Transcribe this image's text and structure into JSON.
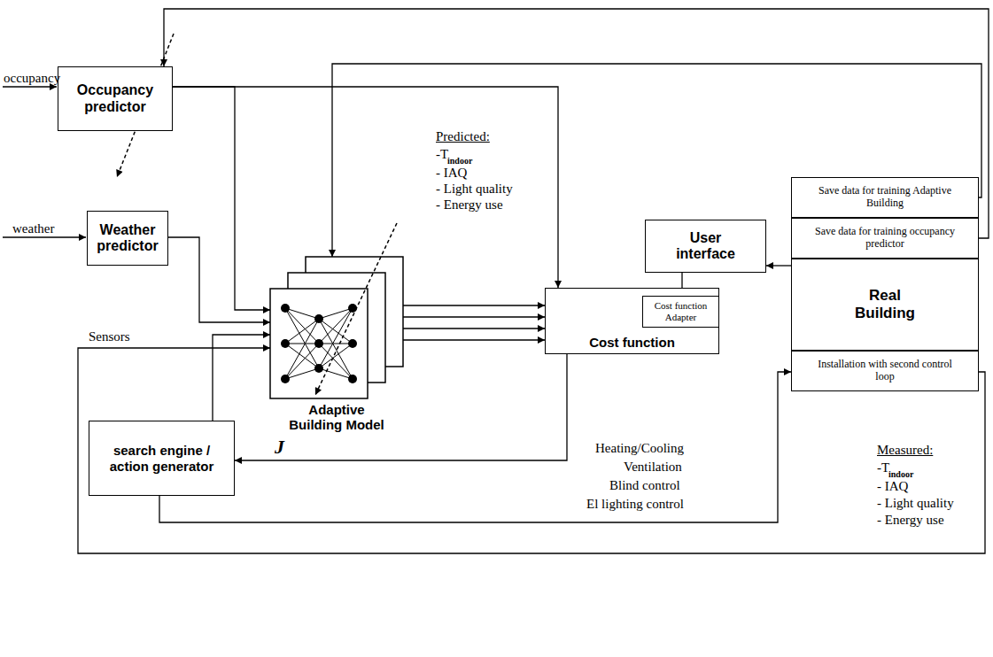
{
  "diagram": {
    "nodes": [
      {
        "text": [
          "Occupancy predictor"
        ]
      },
      {
        "text": [
          "Weather predictor"
        ]
      },
      {
        "text": [
          "Adaptive Building Model"
        ]
      },
      {
        "text": [
          "User interface"
        ]
      },
      {
        "text": [
          "Cost function"
        ]
      },
      {
        "text": [
          "Cost function Adapter"
        ],
        "in": 4
      },
      {
        "text": [
          "Save data for training Adaptive Building"
        ]
      },
      {
        "text": [
          "Save data for training occupancy predictor"
        ]
      },
      {
        "text": [
          "Real Building"
        ]
      },
      {
        "text": [
          "Installation with second control loop"
        ]
      },
      {
        "text": [
          "search engine / action generator"
        ]
      }
    ],
    "edges": [
      {
        "from": 0,
        "to": 2,
        "arrow": "to"
      },
      {
        "from": 0,
        "to": 4,
        "arrow": "to"
      },
      {
        "from": 1,
        "to": 2,
        "arrow": "to"
      },
      {
        "from": 2,
        "to": 4,
        "arrow": "to"
      },
      {
        "from": 2,
        "to": 4,
        "arrow": "to"
      },
      {
        "from": 2,
        "to": 4,
        "arrow": "to"
      },
      {
        "from": 2,
        "to": 4,
        "arrow": "to"
      },
      {
        "from": 3,
        "to": 5,
        "arrow": "to"
      },
      {
        "from": 8,
        "to": 3,
        "arrow": "to"
      },
      {
        "from": 4,
        "to": 10,
        "label": "J",
        "arrow": "to"
      },
      {
        "from": 10,
        "to": 2,
        "arrow": "to"
      },
      {
        "from": 10,
        "to": 9,
        "arrow": "to"
      },
      {
        "from": 9,
        "to": 2,
        "label": "Sensors",
        "arrow": "to"
      },
      {
        "from": 6,
        "to": 2,
        "arrow": "to"
      },
      {
        "from": 7,
        "to": 0,
        "arrow": "to"
      }
    ],
    "labels": [
      "occupancy",
      "weather",
      "Predicted:",
      "-T",
      "indoor",
      "- IAQ",
      "- Light quality",
      "- Energy use",
      "Heating/Cooling",
      "Ventilation",
      "Blind control",
      "El lighting control",
      "Measured:",
      "-T",
      "indoor",
      "- IAQ",
      "- Light quality",
      "- Energy use"
    ]
  }
}
